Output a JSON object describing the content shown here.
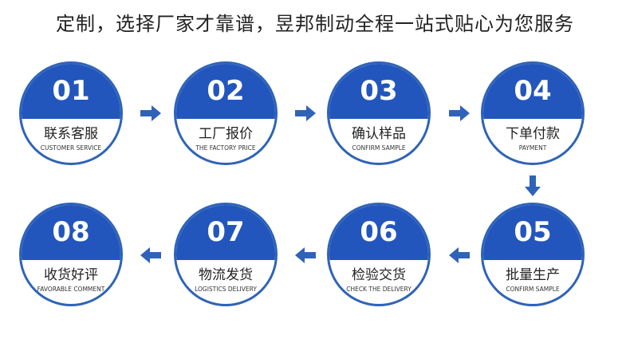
{
  "title": "定制，选择厂家才靠谱，昱邦制动全程一站式贴心为您服务",
  "colors": {
    "accent": "#2256bd",
    "border": "#2f63b8",
    "arrow": "#2f63b8"
  },
  "steps": [
    {
      "num": "01",
      "cn": "联系客服",
      "en": "CUSTOMER SERVICE"
    },
    {
      "num": "02",
      "cn": "工厂报价",
      "en": "THE FACTORY PRICE"
    },
    {
      "num": "03",
      "cn": "确认样品",
      "en": "CONFIRM SAMPLE"
    },
    {
      "num": "04",
      "cn": "下单付款",
      "en": "PAYMENT"
    },
    {
      "num": "05",
      "cn": "批量生产",
      "en": "CONFIRM SAMPLE"
    },
    {
      "num": "06",
      "cn": "检验交货",
      "en": "CHECK THE DELIVERY"
    },
    {
      "num": "07",
      "cn": "物流发货",
      "en": "LOGISTICS DELIVERY"
    },
    {
      "num": "08",
      "cn": "收货好评",
      "en": "FAVORABLE COMMENT"
    }
  ]
}
